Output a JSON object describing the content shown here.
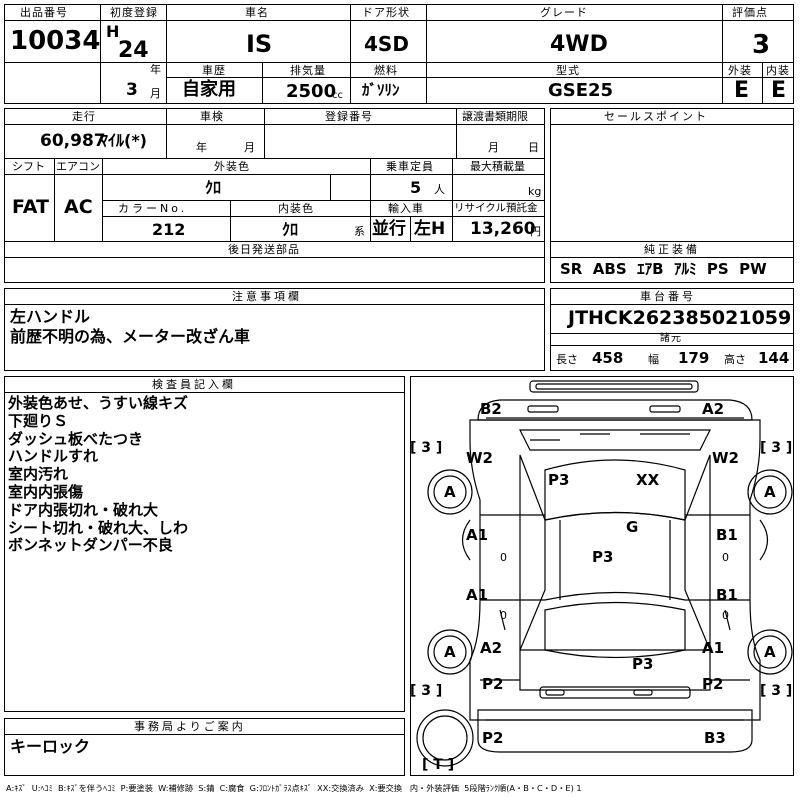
{
  "top": {
    "lot_header": "出品番号",
    "lot_number": "10034",
    "first_reg_header": "初度登録",
    "era_prefix": "H",
    "year": "24",
    "year_unit": "年",
    "month": "3",
    "month_unit": "月",
    "car_name_header": "車名",
    "car_name": "IS",
    "door_header": "ドア形状",
    "door": "4SD",
    "grade_header": "グレード",
    "grade": "4WD",
    "score_header": "評価点",
    "score": "3",
    "history_header": "車歴",
    "history": "自家用",
    "displacement_header": "排気量",
    "displacement": "2500",
    "displacement_unit": "cc",
    "fuel_header": "燃料",
    "fuel": "ｶﾞｿﾘﾝ",
    "model_header": "型式",
    "model": "GSE25",
    "exterior_header": "外装",
    "exterior": "E",
    "interior_header": "内装",
    "interior": "E"
  },
  "mid": {
    "mileage_header": "走行",
    "mileage": "60,987",
    "mileage_unit": "ﾏｲﾙ(*)",
    "inspection_header": "車検",
    "year_unit": "年",
    "month_unit": "月",
    "registration_header": "登録番号",
    "transfer_header": "譲渡書類期限",
    "day_unit": "日",
    "shift_header": "シフト",
    "shift": "FAT",
    "ac_header": "エアコン",
    "ac": "AC",
    "ext_color_header": "外装色",
    "ext_color": "ｸﾛ",
    "capacity_header": "乗車定員",
    "capacity": "5",
    "capacity_unit": "人",
    "max_load_header": "最大積載量",
    "max_load_unit": "kg",
    "color_no_header": "カラーNo.",
    "color_no": "212",
    "int_color_header": "内装色",
    "int_color": "ｸﾛ",
    "int_color_suffix": "系",
    "import_header": "輸入車",
    "import_type": "並行",
    "handle_side": "左H",
    "recycle_header": "リサイクル預託金",
    "recycle": "13,260",
    "recycle_unit": "円",
    "later_parts_header": "後日発送部品",
    "sales_point_header": "セールスポイント",
    "equipment_header": "純正装備",
    "equipment": "SR  ABS  ｴｱB  ｱﾙﾐ  PS  PW"
  },
  "notes": {
    "header": "注意事項欄",
    "lines": [
      "左ハンドル",
      "前歴不明の為、メーター改ざん車"
    ]
  },
  "chassis": {
    "header": "車台番号",
    "number": "JTHCK262385021059",
    "specs_header": "諸元",
    "length_label": "長さ",
    "length": "458",
    "width_label": "幅",
    "width": "179",
    "height_label": "高さ",
    "height": "144"
  },
  "inspector": {
    "header": "検査員記入欄",
    "lines": [
      "外装色あせ、うすい線キズ",
      "下廻りＳ",
      "ダッシュ板べたつき",
      "ハンドルすれ",
      "室内汚れ",
      "室内内張傷",
      "ドア内張切れ・破れ大",
      "シート切れ・破れ大、しわ",
      "ボンネットダンパー不良"
    ]
  },
  "office": {
    "header": "事務局よりご案内",
    "text": "キーロック"
  },
  "diagram": {
    "b2": "B2",
    "a2_top": "A2",
    "w2_left": "W2",
    "w2_right": "W2",
    "tire_fl": "[ 3 ]",
    "tire_fr": "[ 3 ]",
    "tire_rl": "[ 3 ]",
    "tire_rr": "[ 3 ]",
    "spare": "[ T ]",
    "wheel_a": "A",
    "p3_hood": "P3",
    "xx": "XX",
    "g": "G",
    "p3_roof": "P3",
    "a1_front": "A1",
    "b1_front": "B1",
    "a1_rear": "A1",
    "b1_rear": "B1",
    "a2_left": "A2",
    "a1_right": "A1",
    "p3_trunk": "P3",
    "p2_l": "P2",
    "p2_r": "P2",
    "p2_bottom": "P2",
    "b3": "B3",
    "zero": "0"
  },
  "legend": "A:ｷｽﾞ  U:ﾍｺﾐ  B:ｷｽﾞを伴うﾍｺﾐ  P:要塗装  W:補修跡  S:錆  C:腐食  G:ﾌﾛﾝﾄｶﾞﾗｽ点ｷｽﾞ  XX:交換済み  X:要交換   内・外装評価  5段階ﾗﾝｸ順(A・B・C・D・E) 1"
}
